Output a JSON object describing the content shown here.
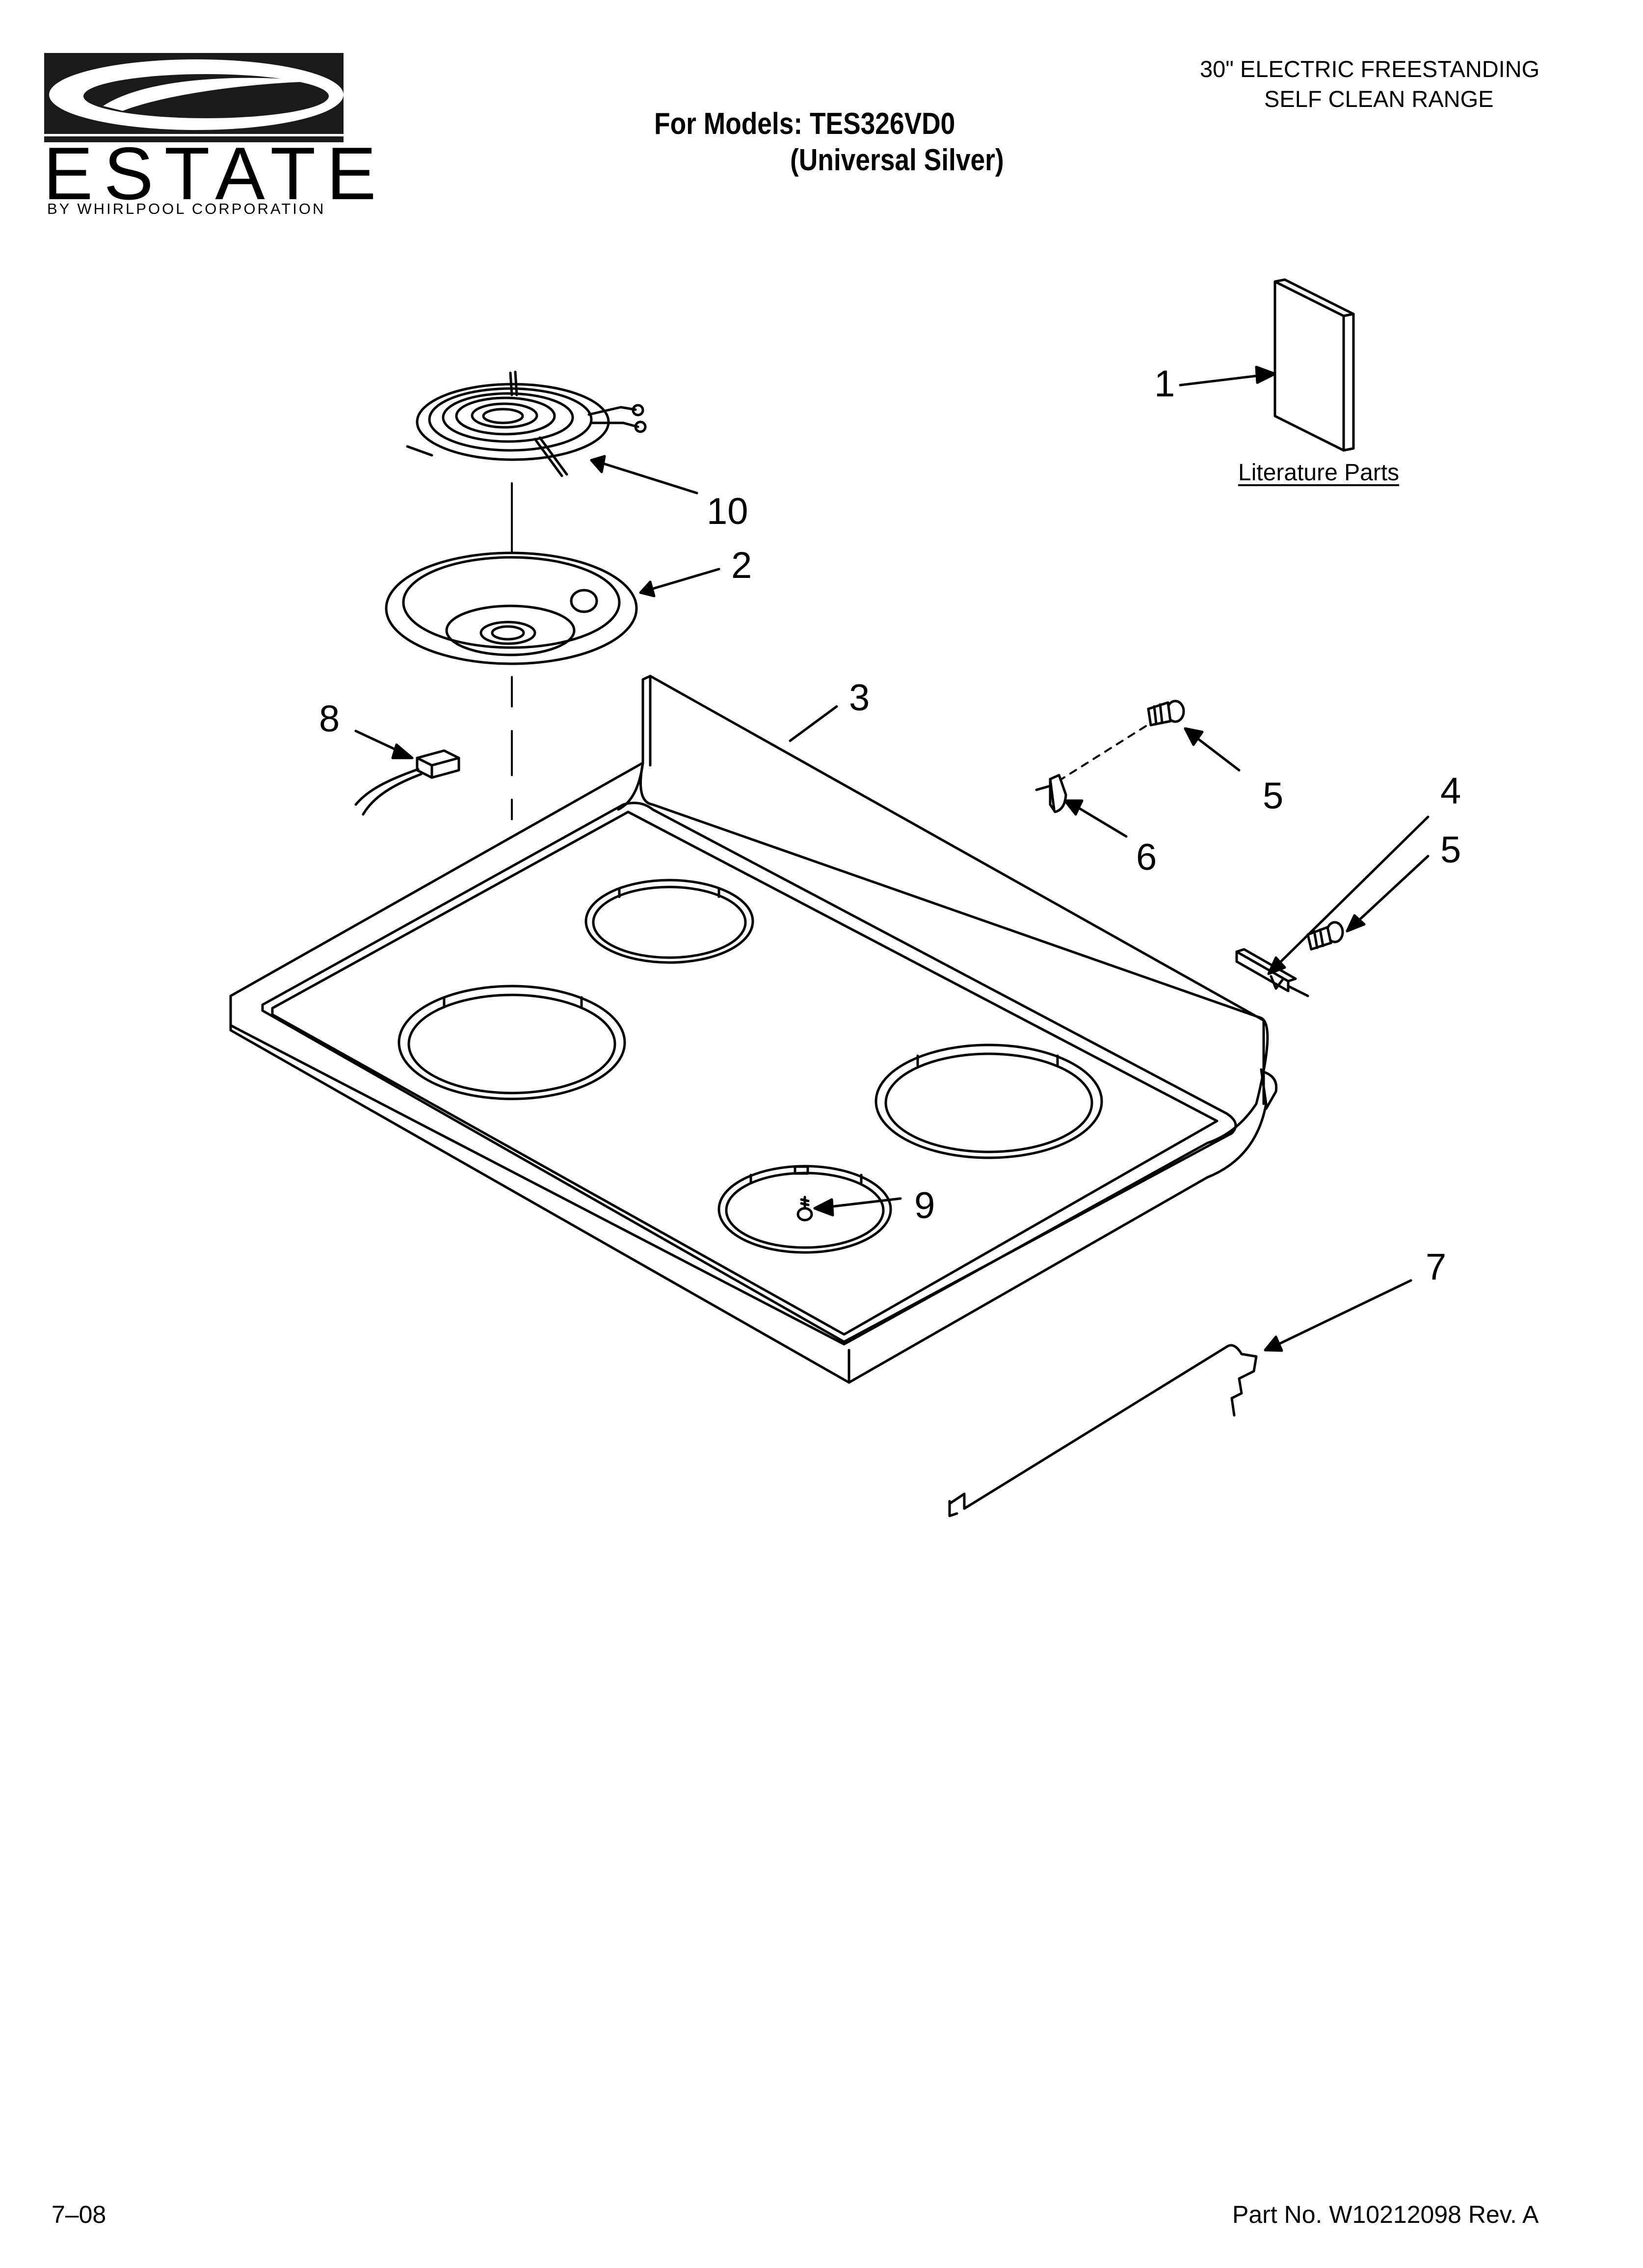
{
  "header": {
    "brand": "ESTATE",
    "brand_sub": "BY WHIRLPOOL CORPORATION",
    "models_line1": "For Models: TES326VD0",
    "models_line2": "(Universal Silver)",
    "product_line1": "30\" ELECTRIC FREESTANDING",
    "product_line2": "SELF CLEAN RANGE"
  },
  "literature_label": "Literature Parts",
  "callouts": {
    "c1": "1",
    "c2": "2",
    "c3": "3",
    "c4": "4",
    "c5a": "5",
    "c5b": "5",
    "c6": "6",
    "c7": "7",
    "c8": "8",
    "c9": "9",
    "c10": "10"
  },
  "footer": {
    "date": "7–08",
    "part_no": "Part No. W10212098 Rev. A"
  }
}
